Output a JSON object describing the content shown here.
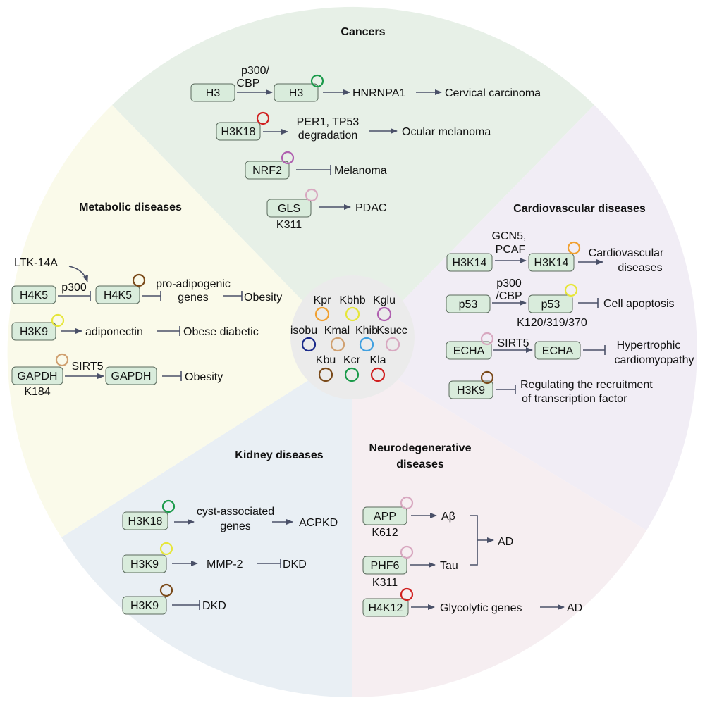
{
  "sections": {
    "cancers": "Cancers",
    "metabolic": "Metabolic diseases",
    "cardiovascular": "Cardiovascular diseases",
    "kidney": "Kidney diseases",
    "neuro_line1": "Neurodegenerative",
    "neuro_line2": "diseases"
  },
  "colors": {
    "cancers_bg": "#e7f0e7",
    "cardio_bg": "#f1edf5",
    "neuro_bg": "#f6eef1",
    "kidney_bg": "#e9eff4",
    "metabolic_bg": "#fafaea",
    "center_bg": "#ebebeb",
    "node_fill": "#d9ecdc",
    "arrow": "#4a5068"
  },
  "legend": {
    "row1": [
      "Kpr",
      "Kbhb",
      "Kglu"
    ],
    "row2": [
      "isobu",
      "Kmal",
      "Khib",
      "Ksucc"
    ],
    "row3": [
      "Kbu",
      "Kcr",
      "Kla"
    ],
    "marks": {
      "Kpr": "#f0a030",
      "Kbhb": "#e6e63a",
      "Kglu": "#b060b0",
      "isobu": "#1a2a8a",
      "Kmal": "#d0a070",
      "Khib": "#40a0e0",
      "Ksucc": "#d8a8c0",
      "Kbu": "#7a4a1a",
      "Kcr": "#1a9a4a",
      "Kla": "#d02020"
    }
  },
  "cancers": {
    "h3": "H3",
    "p300_cbp_1": "p300/",
    "p300_cbp_2": "CBP",
    "h3_mod": "H3",
    "hnrnpa1": "HNRNPA1",
    "cervical": "Cervical carcinoma",
    "h3k18": "H3K18",
    "per1_1": "PER1, TP53",
    "per1_2": "degradation",
    "ocular": "Ocular melanoma",
    "nrf2": "NRF2",
    "melanoma": "Melanoma",
    "gls": "GLS",
    "gls_site": "K311",
    "pdac": "PDAC"
  },
  "metabolic": {
    "ltk": "LTK-14A",
    "h4k5": "H4K5",
    "p300": "p300",
    "h4k5_mod": "H4K5",
    "proadipo_1": "pro-adipogenic",
    "proadipo_2": "genes",
    "obesity1": "Obesity",
    "h3k9": "H3K9",
    "adiponectin": "adiponectin",
    "obese_diabetic": "Obese diabetic",
    "gapdh": "GAPDH",
    "gapdh_site": "K184",
    "sirt5": "SIRT5",
    "gapdh_mod": "GAPDH",
    "obesity2": "Obesity"
  },
  "cardio": {
    "h3k14": "H3K14",
    "gcn5_1": "GCN5,",
    "gcn5_2": "PCAF",
    "h3k14_mod": "H3K14",
    "cvd_1": "Cardiovascular",
    "cvd_2": "diseases",
    "p53": "p53",
    "p300_1": "p300",
    "p300_2": "/CBP",
    "p53_mod": "p53",
    "p53_sites": "K120/319/370",
    "apoptosis": "Cell apoptosis",
    "echa": "ECHA",
    "sirt5": "SIRT5",
    "echa_mod": "ECHA",
    "hyper_1": "Hypertrophic",
    "hyper_2": "cardiomyopathy",
    "h3k9": "H3K9",
    "reg_1": "Regulating the recruitment",
    "reg_2": "of transcription factor"
  },
  "kidney": {
    "h3k18": "H3K18",
    "cyst_1": "cyst-associated",
    "cyst_2": "genes",
    "acpkd": "ACPKD",
    "h3k9a": "H3K9",
    "mmp2": "MMP-2",
    "dkd1": "DKD",
    "h3k9b": "H3K9",
    "dkd2": "DKD"
  },
  "neuro": {
    "app": "APP",
    "app_site": "K612",
    "abeta": "Aβ",
    "ad1": "AD",
    "phf6": "PHF6",
    "phf6_site": "K311",
    "tau": "Tau",
    "h4k12": "H4K12",
    "glycolytic": "Glycolytic genes",
    "ad2": "AD"
  }
}
